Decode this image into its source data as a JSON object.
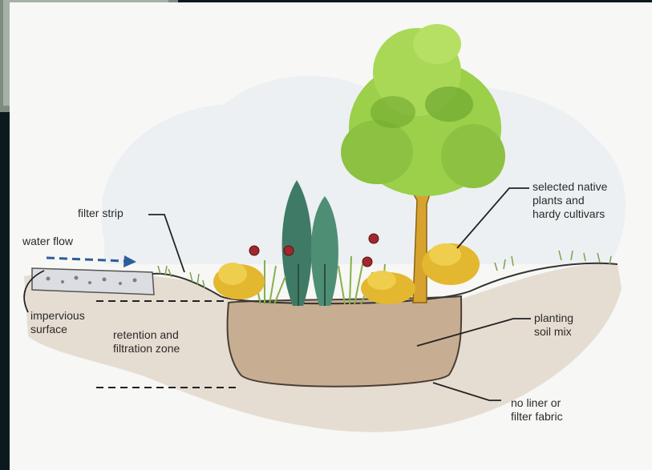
{
  "labels": {
    "filter_strip": "filter strip",
    "water_flow": "water flow",
    "impervious": [
      "impervious",
      "surface"
    ],
    "retention": [
      "retention and",
      "filtration zone"
    ],
    "native_plants": [
      "selected native",
      "plants and",
      "hardy cultivars"
    ],
    "soil_mix": [
      "planting",
      "soil mix"
    ],
    "no_liner": [
      "no liner or",
      "filter fabric"
    ]
  },
  "colors": {
    "background_dark": "#0d1a1d",
    "paper": "#f7f7f5",
    "soil_bed": "#c7ad92",
    "soil_ground": "#e6ddd2",
    "water_arrow": "#2d5d9c",
    "leaf_light": "#9ccf4a",
    "shrub_yellow": "#e3b72f",
    "trunk": "#d7a32e",
    "cypress": "#3f7a66"
  }
}
